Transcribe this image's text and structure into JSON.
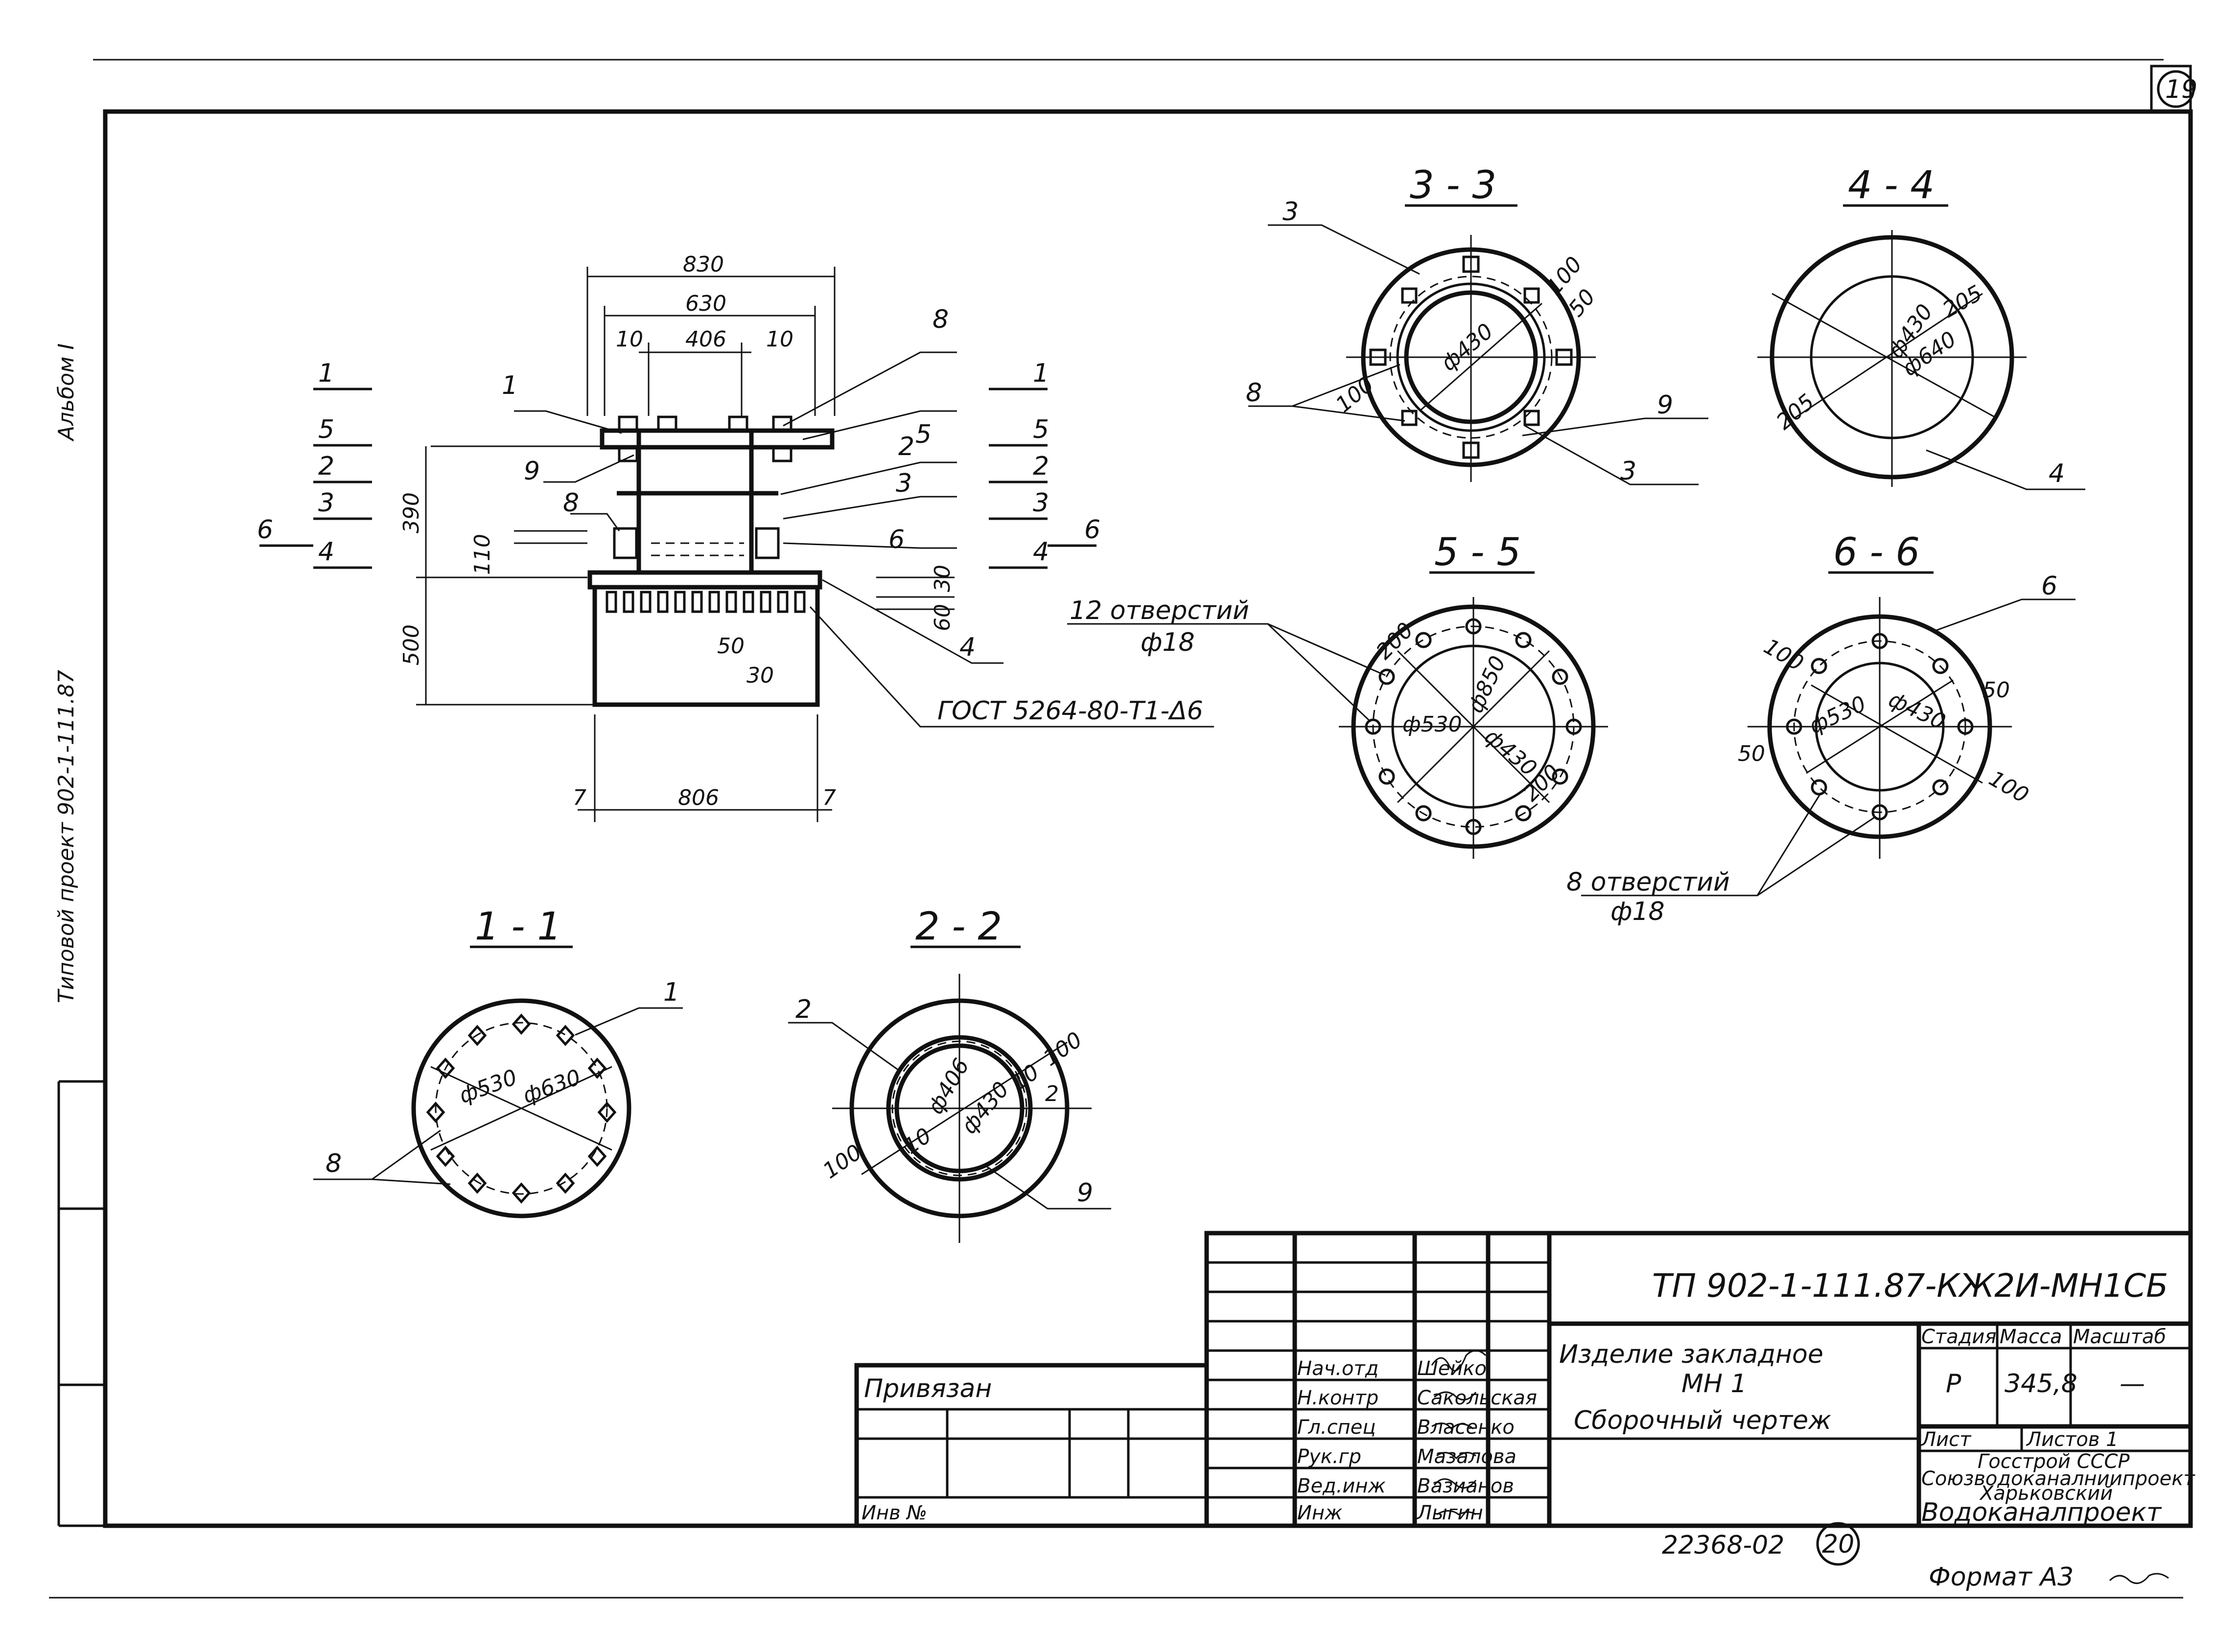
{
  "sheet_number": "19",
  "left_strip": {
    "text_1": "Типовой проект 902-1-111.87",
    "text_2": "Альбом I"
  },
  "main_view": {
    "dim_830": "830",
    "dim_630": "630",
    "dim_406": "406",
    "dim_10": "10",
    "dim_390": "390",
    "dim_500": "500",
    "dim_110": "110",
    "dim_10b": "10",
    "dim_30": "30",
    "dim_60": "60",
    "dim_50": "50",
    "dim_30b": "30",
    "dim_806": "806",
    "dim_7": "7",
    "gost": "ГОСТ 5264-80-Т1-Δ6",
    "markers_left": [
      "1",
      "5",
      "2",
      "3",
      "4"
    ],
    "markers_right": [
      "1",
      "5",
      "2",
      "3",
      "4"
    ],
    "marker_6": "6",
    "pos_1": "1",
    "pos_2": "2",
    "pos_3": "3",
    "pos_4": "4",
    "pos_5": "5",
    "pos_6": "6",
    "pos_8": "8",
    "pos_9": "9"
  },
  "sections": {
    "s33": {
      "title": "3 - 3",
      "d430": "ф430",
      "d100": "100",
      "d50": "50",
      "d100b": "100",
      "pos_3": "3",
      "pos_8": "8",
      "pos_9": "9"
    },
    "s44": {
      "title": "4 - 4",
      "d430": "ф430",
      "d640": "ф640",
      "d205": "205",
      "d205b": "205",
      "pos_4": "4"
    },
    "s55": {
      "title": "5 - 5",
      "holes": "12 отверстий",
      "hole_d": "ф18",
      "d530": "ф530",
      "d850": "ф850",
      "d430": "ф430",
      "d200": "200",
      "d200b": "200"
    },
    "s66": {
      "title": "6 - 6",
      "holes": "8 отверстий",
      "hole_d": "ф18",
      "d430": "ф430",
      "d530": "ф530",
      "d100": "100",
      "d100b": "100",
      "d50": "50",
      "d50b": "50",
      "pos_6": "6"
    },
    "s11": {
      "title": "1 - 1",
      "d530": "ф530",
      "d630": "ф630",
      "pos_1": "1",
      "pos_8": "8"
    },
    "s22": {
      "title": "2 - 2",
      "d406": "ф406",
      "d430": "ф430",
      "d100": "100",
      "d100b": "100",
      "d10": "10",
      "d10b": "10",
      "d2": "2",
      "pos_2": "2",
      "pos_9": "9"
    }
  },
  "title_block": {
    "doc_code": "ТП 902-1-111.87-КЖ2И-МН1СБ",
    "privyazan": "Привязан",
    "inv": "Инв №",
    "roles": [
      "Нач.отд",
      "Н.контр",
      "Гл.спец",
      "Рук.гр",
      "Вед.инж",
      "Инж"
    ],
    "names": [
      "Шейко",
      "Сакольская",
      "Власенко",
      "Мазалова",
      "Вазианов",
      "Лыгин"
    ],
    "product_line1": "Изделие закладное",
    "product_line2": "МН 1",
    "product_line3": "Сборочный чертеж",
    "stage_label": "Стадия",
    "mass_label": "Масса",
    "scale_label": "Масштаб",
    "stage": "Р",
    "mass": "345,8",
    "scale": "—",
    "sheet_label": "Лист",
    "sheets_label": "Листов 1",
    "org1": "Госстрой СССР",
    "org2": "Союзводоканалниипроект",
    "org3": "Харьковский",
    "org4": "Водоканалпроект"
  },
  "bottom": {
    "number": "22368-02",
    "page": "20",
    "format": "Формат А3"
  }
}
